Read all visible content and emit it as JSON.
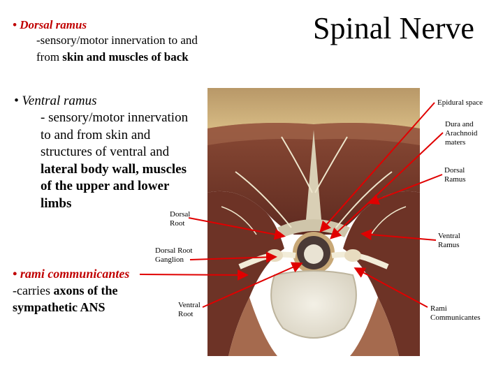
{
  "title": "Spinal Nerve",
  "dorsal_ramus": {
    "bullet": "•",
    "heading": "Dorsal ramus",
    "line1": "-sensory/motor innervation to and",
    "line2_plain": "from ",
    "line2_bold": "skin and muscles of back"
  },
  "ventral_ramus": {
    "bullet": "•",
    "heading": "Ventral ramus",
    "line1": "- sensory/motor innervation",
    "line2": "to and from skin and",
    "line3": "structures of ventral and",
    "line4": "lateral body wall, muscles",
    "line5": "of the upper and lower",
    "line6": "limbs"
  },
  "rami_communicantes": {
    "bullet": "•",
    "heading": "rami communicantes",
    "line1_plain": "-carries ",
    "line1_bold": "axons of the",
    "line2": "sympathetic ANS"
  },
  "labels": {
    "dorsal_root_1": "Dorsal",
    "dorsal_root_2": "Root",
    "drg_1": "Dorsal Root",
    "drg_2": "Ganglion",
    "ventral_root_1": "Ventral",
    "ventral_root_2": "Root",
    "epidural": "Epidural space",
    "dura_1": "Dura and",
    "dura_2": "Arachnoid",
    "dura_3": "maters",
    "dorsal_ramus_1": "Dorsal",
    "dorsal_ramus_2": "Ramus",
    "ventral_ramus_1": "Ventral",
    "ventral_ramus_2": "Ramus",
    "rami_1": "Rami",
    "rami_2": "Communicantes"
  },
  "colors": {
    "arrow": "#e00000",
    "heading_red": "#c00000",
    "muscle": "#7a3b2e",
    "fat": "#c9a66b",
    "bone": "#e6e2d6",
    "nerve": "#f2ecd8"
  }
}
